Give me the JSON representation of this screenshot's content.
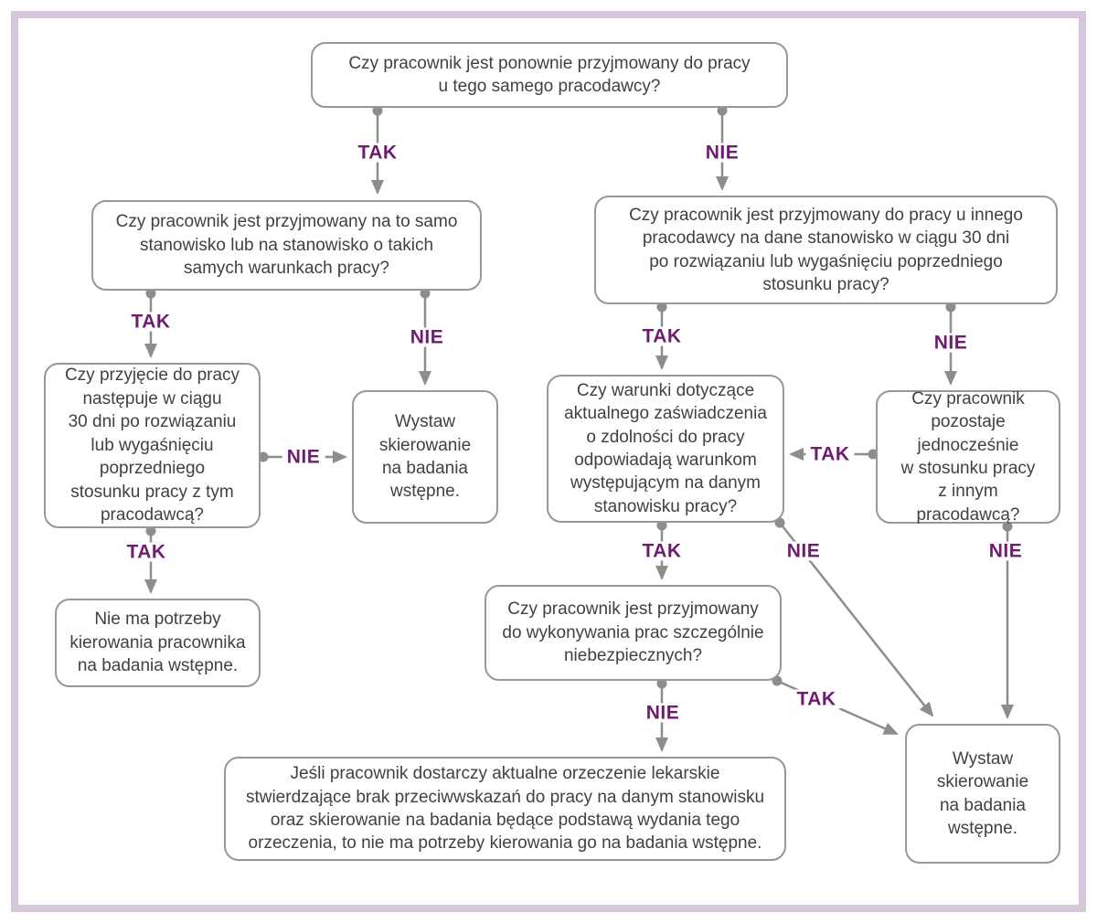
{
  "diagram": {
    "type": "flowchart",
    "language": "pl",
    "topic": "Kierowanie pracownika na badania wstępne"
  },
  "colors": {
    "frame_border": "#d6c8da",
    "node_border": "#979797",
    "node_text": "#414141",
    "arrow": "#8d8d8d",
    "edge_label": "#6e1b70",
    "background": "#ffffff"
  },
  "labels": {
    "yes": "TAK",
    "no": "NIE"
  },
  "nodes": {
    "q1": {
      "text": "Czy pracownik jest ponownie przyjmowany do pracy\nu tego samego pracodawcy?"
    },
    "q2": {
      "text": "Czy pracownik jest przyjmowany na to samo\nstanowisko lub na stanowisko o takich\nsamych warunkach pracy?"
    },
    "q3": {
      "text": "Czy pracownik jest przyjmowany do pracy u innego\npracodawcy na dane stanowisko w ciągu 30 dni\npo rozwiązaniu lub wygaśnięciu poprzedniego\nstosunku pracy?"
    },
    "q4": {
      "text": "Czy przyjęcie do pracy\nnastępuje w ciągu\n30 dni po rozwiązaniu\nlub wygaśnięciu\npoprzedniego\nstosunku pracy z tym\npracodawcą?"
    },
    "q5": {
      "text": "Czy warunki dotyczące\naktualnego zaświadczenia\no zdolności do pracy\nodpowiadają warunkom\nwystępującym na danym\nstanowisku pracy?"
    },
    "q6": {
      "text": "Czy pracownik\npozostaje\njednocześnie\nw stosunku pracy\nz innym pracodawcą?"
    },
    "q7": {
      "text": "Czy pracownik jest przyjmowany\ndo wykonywania prac szczególnie\nniebezpiecznych?"
    },
    "r1": {
      "text": "Wystaw\nskierowanie\nna badania\nwstępne."
    },
    "r2": {
      "text": "Nie ma potrzeby\nkierowania pracownika\nna badania wstępne."
    },
    "r3": {
      "text": "Jeśli pracownik dostarczy aktualne orzeczenie lekarskie\nstwierdzające brak przeciwwskazań do pracy na danym stanowisku\noraz skierowanie na badania będące podstawą wydania tego\norzeczenia, to nie ma potrzeby kierowania go na badania wstępne."
    },
    "r4": {
      "text": "Wystaw\nskierowanie\nna badania\nwstępne."
    }
  },
  "edges": [
    {
      "from": "q1",
      "to": "q2",
      "label": "TAK"
    },
    {
      "from": "q1",
      "to": "q3",
      "label": "NIE"
    },
    {
      "from": "q2",
      "to": "q4",
      "label": "TAK"
    },
    {
      "from": "q2",
      "to": "r1",
      "label": "NIE"
    },
    {
      "from": "q4",
      "to": "r1",
      "label": "NIE"
    },
    {
      "from": "q4",
      "to": "r2",
      "label": "TAK"
    },
    {
      "from": "q3",
      "to": "q5",
      "label": "TAK"
    },
    {
      "from": "q3",
      "to": "q6",
      "label": "NIE"
    },
    {
      "from": "q6",
      "to": "q5",
      "label": "TAK"
    },
    {
      "from": "q6",
      "to": "r4",
      "label": "NIE"
    },
    {
      "from": "q5",
      "to": "q7",
      "label": "TAK"
    },
    {
      "from": "q5",
      "to": "r4",
      "label": "NIE"
    },
    {
      "from": "q7",
      "to": "r3",
      "label": "NIE"
    },
    {
      "from": "q7",
      "to": "r4",
      "label": "TAK"
    }
  ]
}
